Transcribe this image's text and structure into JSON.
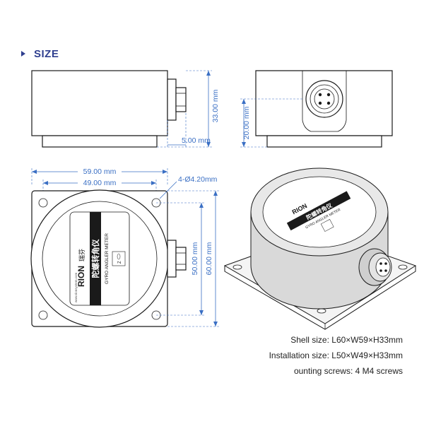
{
  "section": {
    "title": "SIZE"
  },
  "dimensions": {
    "height": "33.00 mm",
    "connector_length": "5.00 mm",
    "side_height": "20.00 mm",
    "width_outer": "59.00 mm",
    "width_inner": "49.00 mm",
    "hole": "4-Ø4.20mm",
    "length_inner": "50.00 mm",
    "length_outer": "60.00 mm"
  },
  "label": {
    "brand": "RION",
    "brand_cn": "瑞芬",
    "name_cn": "陀螺转角仪",
    "name_en": "GYRO ANGLER METER",
    "url": "www.rionsystem.com",
    "axis": "Z"
  },
  "specs": [
    "Shell size: L60×W59×H33mm",
    "Installation size: L50×W49×H33mm",
    "ounting screws: 4 M4 screws"
  ]
}
